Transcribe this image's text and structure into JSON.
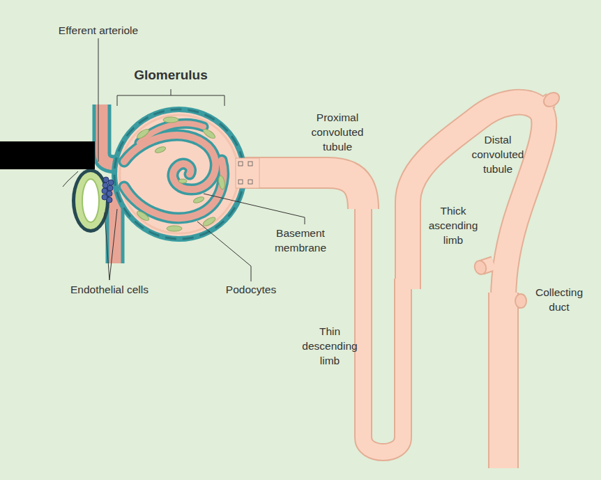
{
  "diagram": {
    "labels": [
      "Efferent arteriole",
      "Glomerulus",
      "Proximal convoluted tubule",
      "Distal convoluted tubule",
      "Thick ascending limb",
      "Basement membrane",
      "Endothelial cells",
      "Podocytes",
      "Thin descending limb",
      "Collecting duct"
    ]
  }
}
